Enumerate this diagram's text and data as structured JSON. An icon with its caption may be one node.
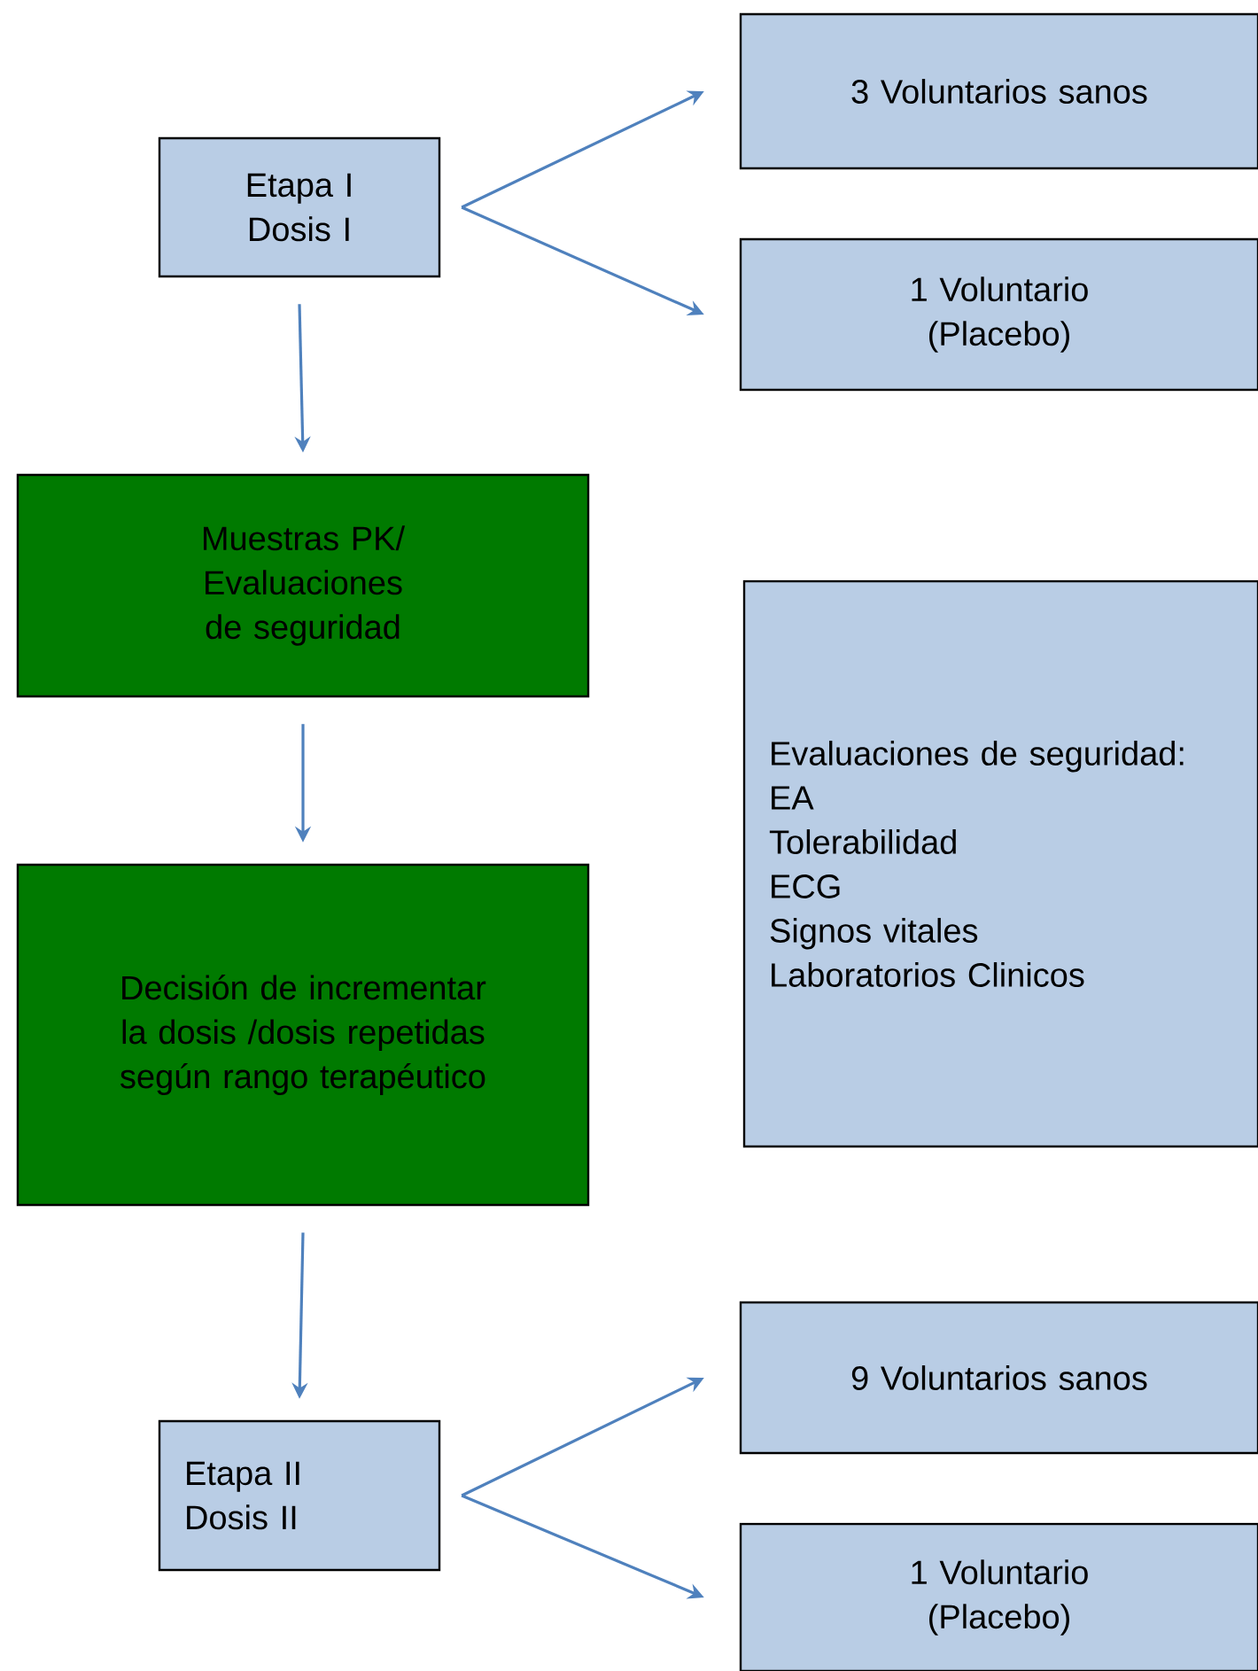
{
  "diagram": {
    "nodes": [
      {
        "text": [
          "Etapa I Dosis I"
        ]
      },
      {
        "text": [
          "3 Voluntarios sanos"
        ]
      },
      {
        "text": [
          "1 Voluntario (Placebo)"
        ]
      },
      {
        "text": [
          "Muestras PK/ Evaluaciones de seguridad"
        ]
      },
      {
        "text": [
          "Evaluaciones de seguridad:",
          "EA",
          "Tolerabilidad",
          "ECG",
          "Signos vitales",
          "Laboratorios Clinicos"
        ]
      },
      {
        "text": [
          "Decisión de incrementar la dosis /dosis repetidas según rango terapéutico"
        ]
      },
      {
        "text": [
          "Etapa II Dosis II"
        ]
      },
      {
        "text": [
          "9 Voluntarios sanos"
        ]
      },
      {
        "text": [
          "1 Voluntario (Placebo)"
        ]
      }
    ],
    "edges": [
      {
        "from": 0,
        "to": 1,
        "arrow": "to"
      },
      {
        "from": 0,
        "to": 2,
        "arrow": "to"
      },
      {
        "from": 0,
        "to": 3,
        "arrow": "to"
      },
      {
        "from": 3,
        "to": 5,
        "arrow": "to"
      },
      {
        "from": 5,
        "to": 6,
        "arrow": "to"
      },
      {
        "from": 6,
        "to": 7,
        "arrow": "to"
      },
      {
        "from": 6,
        "to": 8,
        "arrow": "to"
      }
    ]
  }
}
